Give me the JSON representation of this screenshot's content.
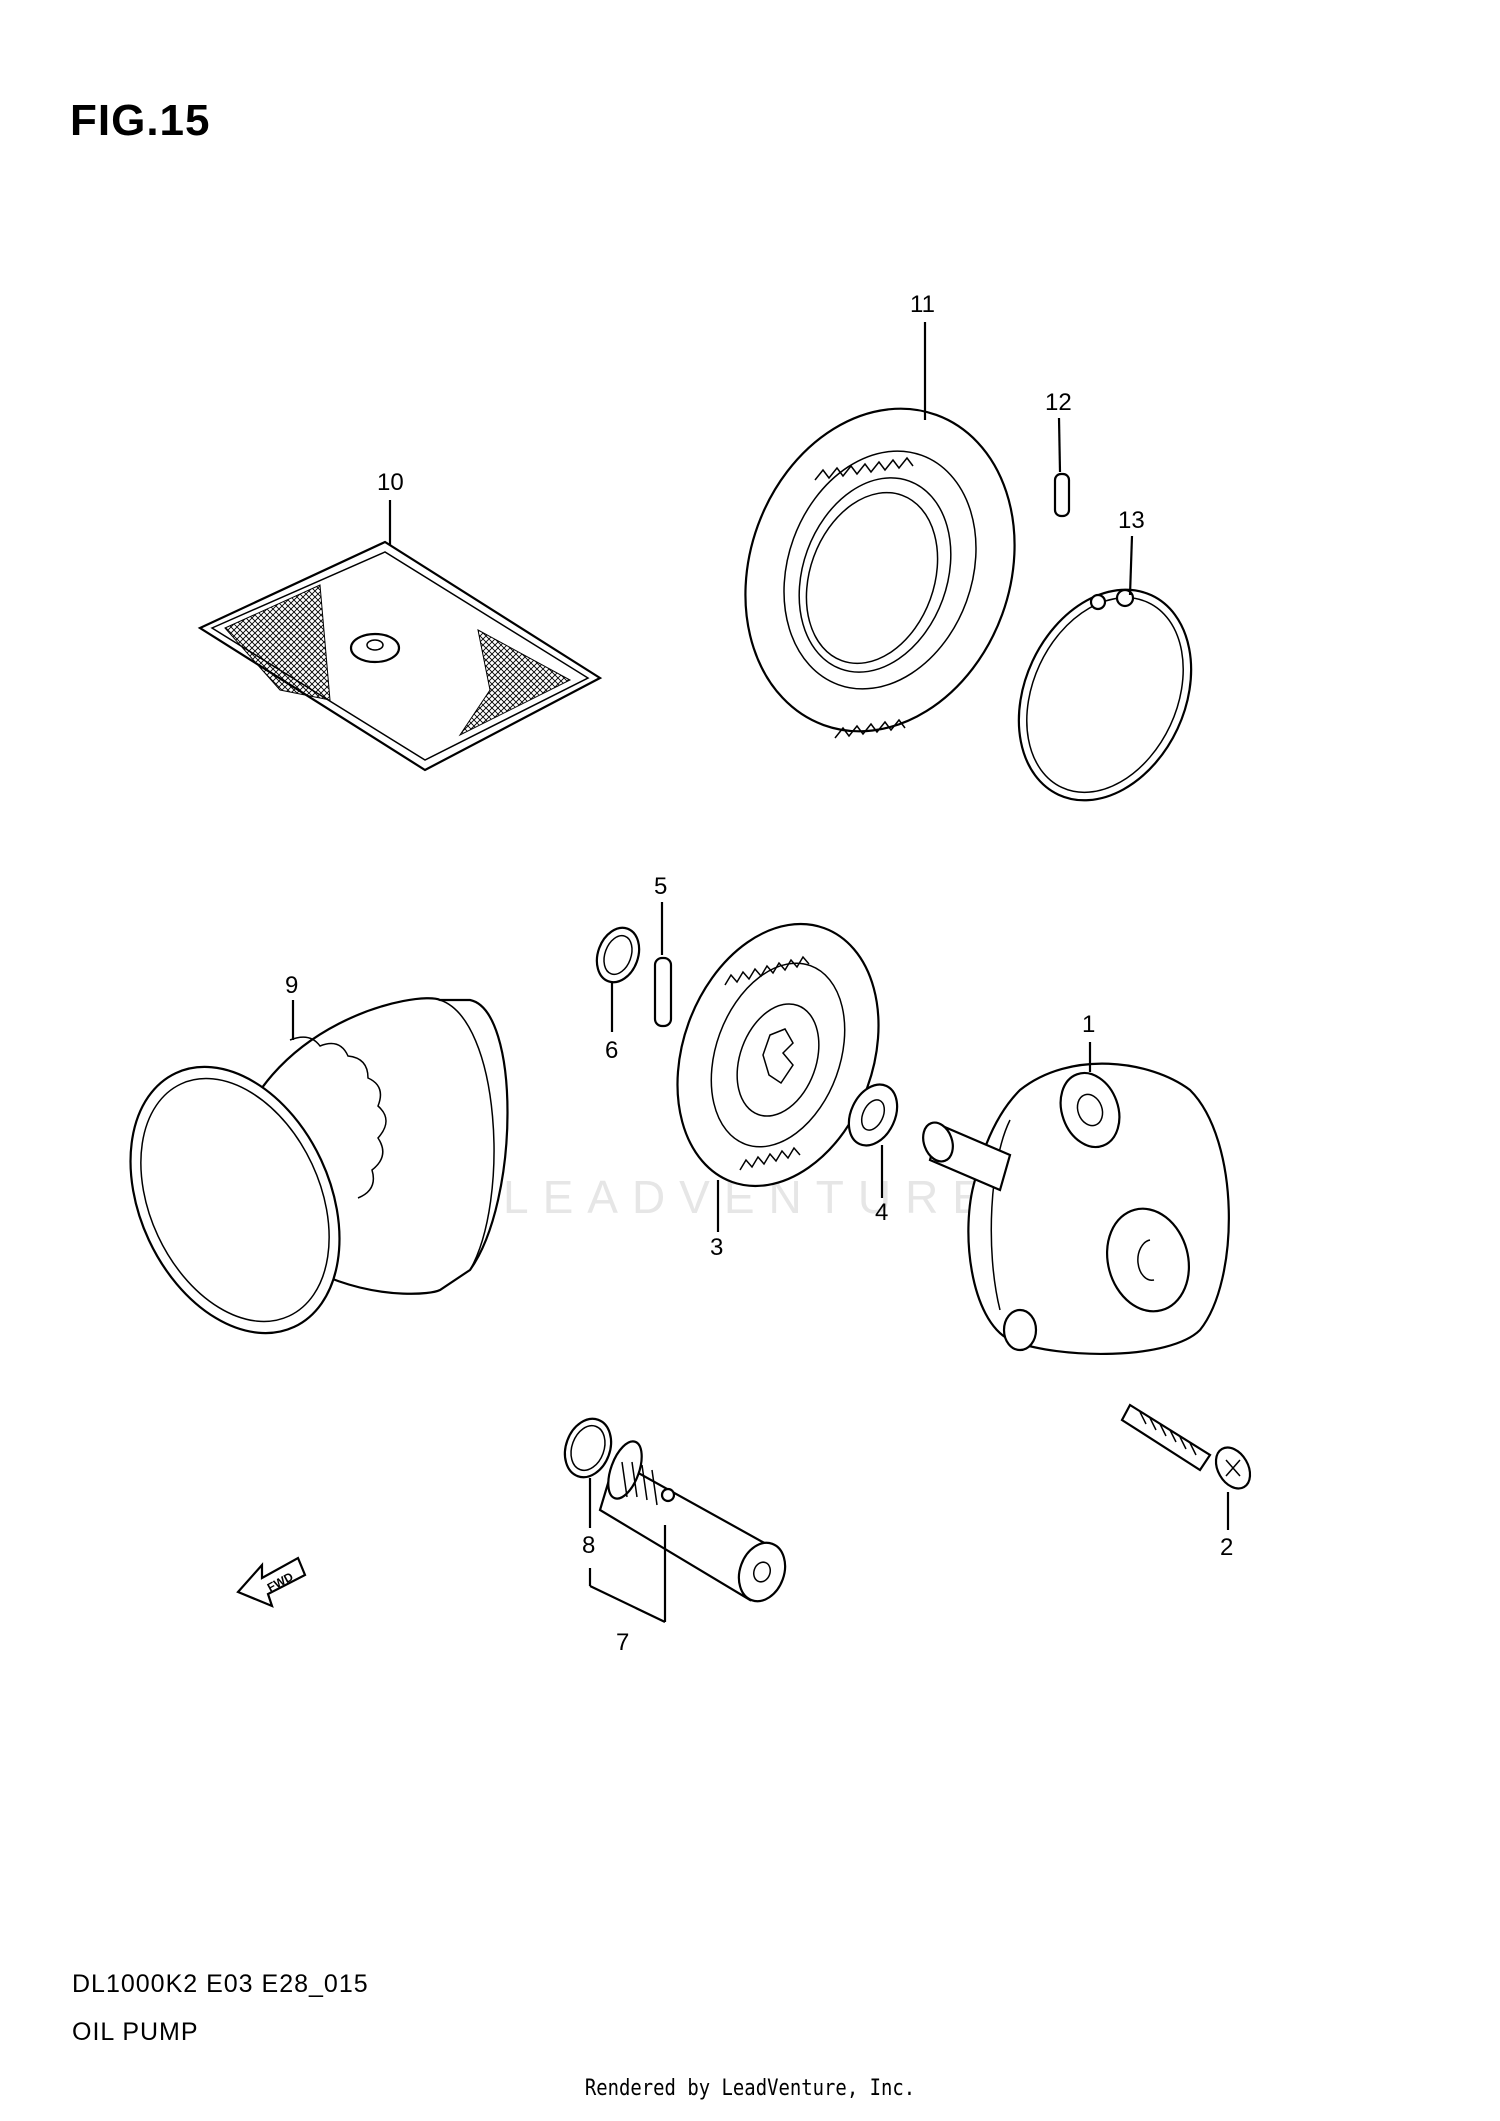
{
  "figure": {
    "title": "FIG.15",
    "model_code": "DL1000K2 E03 E28_015",
    "part_name": "OIL PUMP",
    "render_credit": "Rendered by LeadVenture, Inc.",
    "watermark": "LEADVENTURE"
  },
  "callouts": [
    {
      "id": "1",
      "label": "1"
    },
    {
      "id": "2",
      "label": "2"
    },
    {
      "id": "3",
      "label": "3"
    },
    {
      "id": "4",
      "label": "4"
    },
    {
      "id": "5",
      "label": "5"
    },
    {
      "id": "6",
      "label": "6"
    },
    {
      "id": "7",
      "label": "7"
    },
    {
      "id": "8",
      "label": "8"
    },
    {
      "id": "9",
      "label": "9"
    },
    {
      "id": "10",
      "label": "10"
    },
    {
      "id": "11",
      "label": "11"
    },
    {
      "id": "12",
      "label": "12"
    },
    {
      "id": "13",
      "label": "13"
    }
  ],
  "direction_marker": {
    "label": "FWD",
    "icon": "forward-arrow-icon"
  }
}
